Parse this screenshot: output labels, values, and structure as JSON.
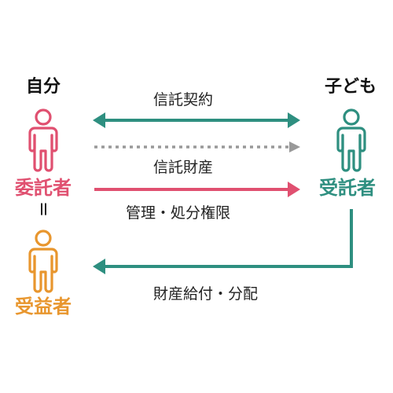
{
  "parties": {
    "parent_heading": "自分",
    "child_heading": "子ども",
    "settlor_role": "委託者",
    "equals_sign": "=",
    "beneficiary_role": "受益者",
    "trustee_role": "受託者"
  },
  "flows": {
    "trust_contract": "信託契約",
    "trust_property": "信託財産",
    "management_rights": "管理・処分権限",
    "benefit_payment": "財産給付・分配"
  },
  "colors": {
    "settlor": "#e05070",
    "beneficiary": "#e8962e",
    "trustee": "#2e8f80",
    "dotted": "#999999",
    "text": "#111111"
  },
  "icons": {
    "settlor_figure": "person-icon",
    "beneficiary_figure": "person-icon",
    "trustee_figure": "person-icon"
  }
}
